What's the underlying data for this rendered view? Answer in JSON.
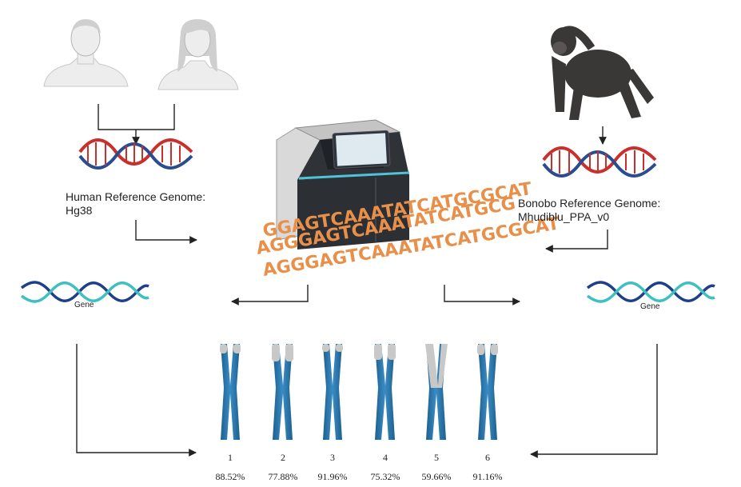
{
  "human_genome": {
    "title": "Human Reference Genome:",
    "name": "Hg38"
  },
  "bonobo_genome": {
    "title": "Bonobo Reference Genome:",
    "name": "Mhudiblu_PPA_v0"
  },
  "gene_left": {
    "label": "Gene"
  },
  "gene_right": {
    "label": "Gene"
  },
  "sequence_text": {
    "line1": "GGAGTCAAATATCATGCGCAT",
    "line2": "AGGGAGTCAAATATCATGCG",
    "line3": "AGGGAGTCAAATATCATGCGCAT"
  },
  "chromosomes": [
    {
      "number": "1",
      "percent": "88.52%"
    },
    {
      "number": "2",
      "percent": "77.88%"
    },
    {
      "number": "3",
      "percent": "91.96%"
    },
    {
      "number": "4",
      "percent": "75.32%"
    },
    {
      "number": "5",
      "percent": "59.66%"
    },
    {
      "number": "6",
      "percent": "91.16%"
    }
  ],
  "colors": {
    "dna_red": "#c9302c",
    "dna_blue": "#2a4d8f",
    "gene_dark": "#1f3f8a",
    "gene_teal": "#3fbfc0",
    "chromosome_blue": "#2a78b0",
    "chromosome_grey": "#c8c8c8",
    "sequence_orange": "#e8904a",
    "arrow": "#222222"
  }
}
